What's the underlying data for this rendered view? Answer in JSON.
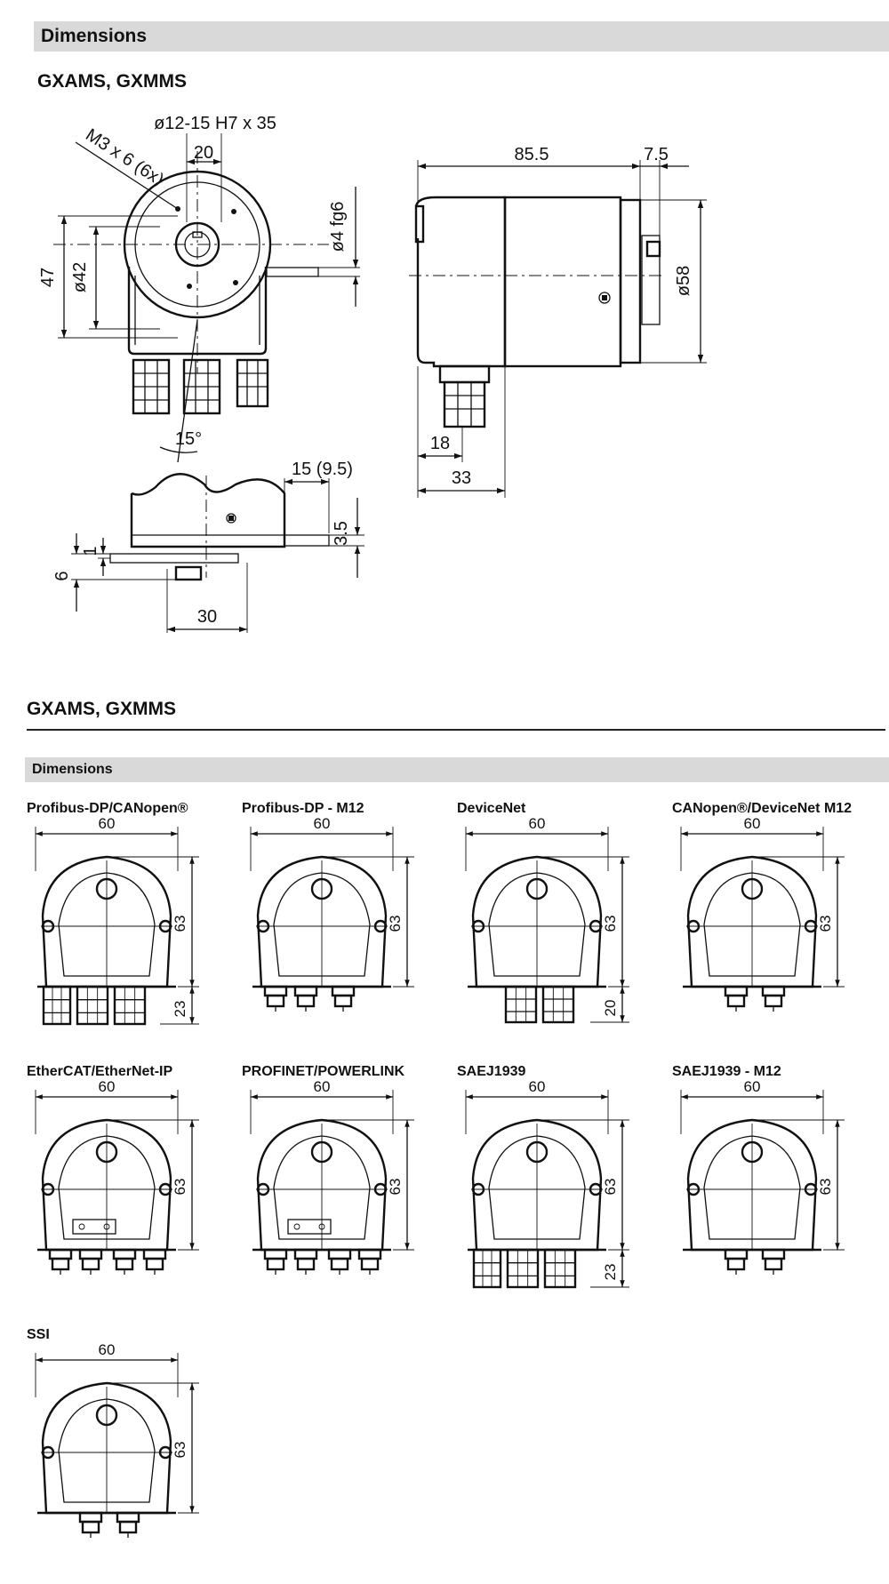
{
  "header": {
    "title": "Dimensions"
  },
  "section1": {
    "title": "GXAMS, GXMMS",
    "labels": {
      "shaft": "ø12-15 H7 x 35",
      "screw": "M3 x 6 (6x)",
      "w20": "20",
      "h47": "47",
      "d42": "ø42",
      "d4": "ø4 fg6",
      "angle": "15°",
      "l855": "85.5",
      "l75": "7.5",
      "d58": "ø58",
      "l18": "18",
      "l33": "33",
      "l15": "15 (9.5)",
      "l35": "3.5",
      "l1": "1",
      "l6": "6",
      "l30": "30"
    }
  },
  "section2": {
    "title": "GXAMS, GXMMS",
    "subheader": "Dimensions",
    "variants": [
      {
        "name": "Profibus-DP/CANopen®",
        "width": "60",
        "height": "63",
        "extra": "23"
      },
      {
        "name": "Profibus-DP - M12",
        "width": "60",
        "height": "63",
        "extra": ""
      },
      {
        "name": "DeviceNet",
        "width": "60",
        "height": "63",
        "extra": "20"
      },
      {
        "name": "CANopen®/DeviceNet M12",
        "width": "60",
        "height": "63",
        "extra": ""
      },
      {
        "name": "EtherCAT/EtherNet-IP",
        "width": "60",
        "height": "63",
        "extra": ""
      },
      {
        "name": "PROFINET/POWERLINK",
        "width": "60",
        "height": "63",
        "extra": ""
      },
      {
        "name": "SAEJ1939",
        "width": "60",
        "height": "63",
        "extra": "23"
      },
      {
        "name": "SAEJ1939 - M12",
        "width": "60",
        "height": "63",
        "extra": ""
      },
      {
        "name": "SSI",
        "width": "60",
        "height": "63",
        "extra": ""
      }
    ]
  }
}
